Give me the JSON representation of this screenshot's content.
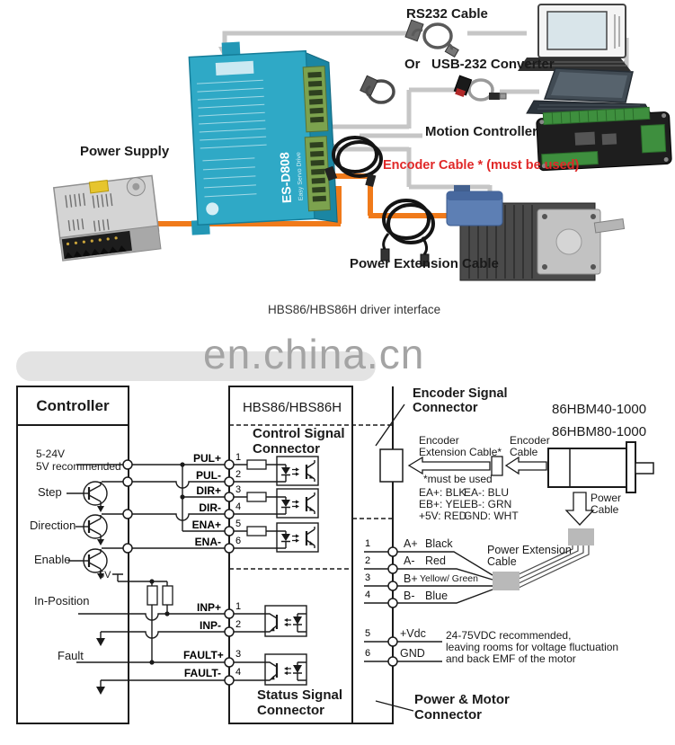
{
  "top": {
    "rs232_cable": "RS232 Cable",
    "usb_converter": "Or   USB-232 Converter",
    "motion_controller": "Motion Controller",
    "encoder_cable_warning": "Encoder Cable * (must be used)",
    "power_supply": "Power Supply",
    "power_extension_cable": "Power Extension Cable",
    "driver_model": "ES-D808",
    "driver_sub": "Easy Servo Drive",
    "caption": "HBS86/HBS86H driver interface"
  },
  "watermark": "en.china.cn",
  "schematic": {
    "controller_title": "Controller",
    "driver_title": "HBS86/HBS86H",
    "control_connector": "Control Signal Connector",
    "status_connector": "Status Signal Connector",
    "encoder_connector": "Encoder Signal Connector",
    "power_motor_connector": "Power & Motor Connector",
    "left_labels": {
      "supply": "5-24V",
      "supply2": "5V recommended",
      "step": "Step",
      "direction": "Direction",
      "enable": "Enable",
      "v5": "5V",
      "in_position": "In-Position",
      "fault": "Fault"
    },
    "control_pins": [
      {
        "n": "1",
        "label": "PUL+"
      },
      {
        "n": "2",
        "label": "PUL-"
      },
      {
        "n": "3",
        "label": "DIR+"
      },
      {
        "n": "4",
        "label": "DIR-"
      },
      {
        "n": "5",
        "label": "ENA+"
      },
      {
        "n": "6",
        "label": "ENA-"
      }
    ],
    "status_pins": [
      {
        "n": "1",
        "label": "INP+"
      },
      {
        "n": "2",
        "label": "INP-"
      },
      {
        "n": "3",
        "label": "FAULT+"
      },
      {
        "n": "4",
        "label": "FAULT-"
      }
    ],
    "power_pins": [
      {
        "n": "1",
        "sig": "A+",
        "wire": "Black"
      },
      {
        "n": "2",
        "sig": "A-",
        "wire": "Red"
      },
      {
        "n": "3",
        "sig": "B+",
        "wire": "Yellow/ Green"
      },
      {
        "n": "4",
        "sig": "B-",
        "wire": "Blue"
      },
      {
        "n": "5",
        "sig": "+Vdc",
        "wire": ""
      },
      {
        "n": "6",
        "sig": "GND",
        "wire": ""
      }
    ],
    "motor_models": [
      "86HBM40-1000",
      "86HBM80-1000"
    ],
    "encoder_ext_cable": "Encoder Extension Cable*",
    "must_be_used": "*must be used",
    "encoder_cable": "Encoder Cable",
    "power_cable": "Power Cable",
    "power_ext_cable": "Power Extension Cable",
    "encoder_colors": [
      [
        "EA+: BLK",
        "EA-: BLU"
      ],
      [
        "EB+: YEL",
        "EB-: GRN"
      ],
      [
        "+5V: RED",
        "GND: WHT"
      ]
    ],
    "vdc_note": [
      "24-75VDC recommended,",
      "leaving rooms for voltage fluctuation",
      "and back EMF of the motor"
    ]
  },
  "icons": {
    "computer": "desktop-pc",
    "laptop": "laptop",
    "controller_board": "motion-controller-board",
    "rs232_cable": "coiled-serial-cable",
    "usb_converter": "usb-232-converter-cable",
    "encoder_cable": "coiled-encoder-cable",
    "power_ext_cable": "coiled-power-cable",
    "psu": "power-supply-unit",
    "driver": "stepper-servo-driver",
    "motor": "stepper-motor"
  },
  "colors": {
    "orange": "#f07a1a",
    "gray_cable": "#c6c6c6",
    "red_text": "#e02828",
    "driver_teal": "#2fa9c6",
    "watermark": "#a4a4a4"
  }
}
